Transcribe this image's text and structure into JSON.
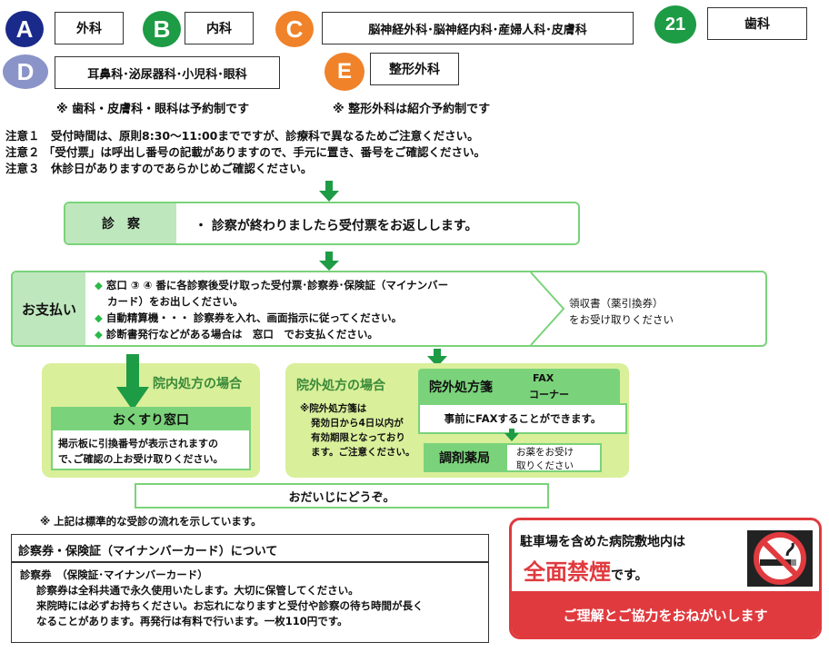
{
  "depts": [
    {
      "letter": "A",
      "label": "外科",
      "color": "#1a2a8a"
    },
    {
      "letter": "B",
      "label": "内科",
      "color": "#1e9b45"
    },
    {
      "letter": "C",
      "label": "脳神経外科･脳神経内科･産婦人科･皮膚科",
      "color": "#f0822a"
    },
    {
      "letter": "21",
      "label": "歯科",
      "color": "#1e9b45"
    },
    {
      "letter": "D",
      "label": "耳鼻科･泌尿器科･小児科･眼科",
      "color": "#8a94c8"
    },
    {
      "letter": "E",
      "label": "整形外科",
      "color": "#f0822a"
    }
  ],
  "reservation_notes": [
    "※ 歯科・皮膚科・眼科は予約制です",
    "※ 整形外科は紹介予約制です"
  ],
  "cautions": [
    "注意１　受付時間は、原則8:30～11:00までですが、診療科で異なるためご注意ください。",
    "注意２ 「受付票」は呼出し番号の記載がありますので、手元に置き、番号をご確認ください。",
    "注意３　休診日がありますのであらかじめご確認ください。"
  ],
  "exam": {
    "label": "診　察",
    "text": "・ 診察が終わりましたら受付票をお返しします。"
  },
  "payment": {
    "label": "お支払い",
    "items": [
      [
        "◆",
        "窓口 ③ ④ 番に各診察後受け取った受付票･診察券･保険証（マイナンバー"
      ],
      [
        "",
        "カード）をお出しください。"
      ],
      [
        "◆",
        "自動精算機・・・ 診察券を入れ、画面指示に従ってください。"
      ],
      [
        "◆",
        "診断書発行などがある場合は　窓口　でお支払ください。"
      ]
    ],
    "receipt": [
      "領収書（薬引換券）",
      "をお受け取りください"
    ]
  },
  "inhouse": {
    "title": "院内処方の場合",
    "window": "おくすり窓口",
    "desc": [
      "掲示板に引換番号が表示されますの",
      "で､ご確認の上お受け取りください。"
    ]
  },
  "outhouse": {
    "title": "院外処方の場合",
    "note": [
      "※院外処方箋は",
      "発効日から4日以内が",
      "有効期限となっており",
      "ます。ご注意ください。"
    ],
    "rx_label": "院外処方箋",
    "fax": [
      "FAX",
      "コーナー"
    ],
    "fax_text": "事前にFAXすることができます。",
    "pharmacy": "調剤薬局",
    "pharmacy_text": [
      "お薬をお受け",
      "取りください"
    ]
  },
  "farewell": "おだいじにどうぞ。",
  "flow_note": "※ 上記は標準的な受診の流れを示しています。",
  "card": {
    "heading": "診察券・保険証（マイナンバーカード）について",
    "subheading": "診察券　（保険証･マイナンバーカード）",
    "lines": [
      "診察券は全科共通で永久使用いたします。大切に保管してください。",
      "来院時には必ずお持ちください。お忘れになりますと受付や診察の待ち時間が長く",
      "なることがあります。再発行は有料で行います。一枚110円です。"
    ]
  },
  "smoking": {
    "line1": "駐車場を含めた病院敷地内は",
    "big": "全面禁煙",
    "suffix": "です。",
    "footer": "ご理解とご協力をおねがいします",
    "accent": "#e03a3e"
  }
}
